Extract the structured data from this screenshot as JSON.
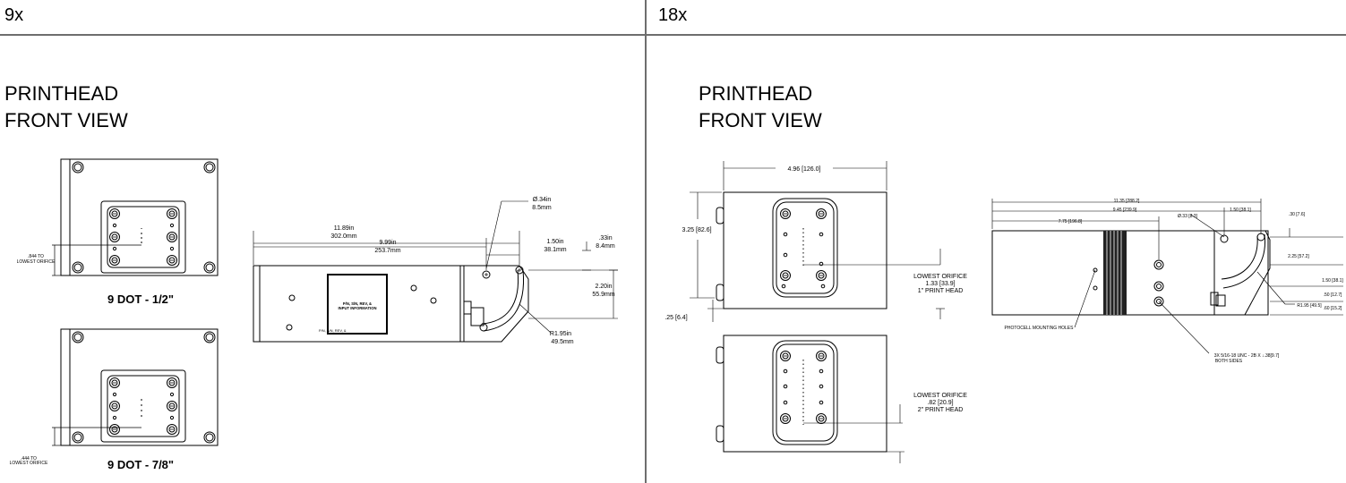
{
  "left": {
    "header": "9x",
    "title_line1": "PRINTHEAD",
    "title_line2": "FRONT VIEW",
    "caption_a": "9 DOT - 1/2\"",
    "caption_b": "9 DOT - 7/8\"",
    "orifice_a_1": ".844 TO",
    "orifice_a_2": "LOWEST ORIFICE",
    "orifice_b_1": ".444 TO",
    "orifice_b_2": "LOWEST ORIFICE",
    "side": {
      "overall_1": "11.89in",
      "overall_2": "302.0mm",
      "mid_1": "9.99in",
      "mid_2": "253.7mm",
      "short_1": "1.50in",
      "short_2": "38.1mm",
      "hole_1": "Ø.34in",
      "hole_2": "8.5mm",
      "off_1": ".33in",
      "off_2": "8.4mm",
      "height_1": "2.20in",
      "height_2": "55.9mm",
      "radius_1": "R1.95in",
      "radius_2": "49.5mm",
      "label_1": "P/N, S/N, REV, &",
      "label_2": "INPUT INFORMATION"
    }
  },
  "right": {
    "header": "18x",
    "title_line1": "PRINTHEAD",
    "title_line2": "FRONT VIEW",
    "width_dim": "4.96 [126.0]",
    "height_dim": "3.25 [82.6]",
    "bottom_dim": ".25 [6.4]",
    "orifice1_1": "LOWEST ORIFICE",
    "orifice1_2": "1.33 [33.9]",
    "orifice1_3": "1\" PRINT HEAD",
    "orifice2_1": "LOWEST ORIFICE",
    "orifice2_2": ".82 [20.9]",
    "orifice2_3": "2\" PRINT HEAD",
    "side": {
      "d1": "11.35 [288.2]",
      "d2": "9.45 [239.9]",
      "d3": "7.75 [196.8]",
      "d4": "Ø.33 [8.3]",
      "d5": "1.50 [38.1]",
      "d6": ".30 [7.6]",
      "d7": "2.25 [57.2]",
      "d8": "1.50 [38.1]",
      "d9": ".50 [12.7]",
      "d10": ".60 [15.2]",
      "d11": "R1.95 [49.5]",
      "photocell": "PHOTOCELL MOUNTING HOLES",
      "holes_1": "3X 5/16-18 UNC - 2B X ↓.38[9.7]",
      "holes_2": "BOTH SIDES"
    }
  }
}
